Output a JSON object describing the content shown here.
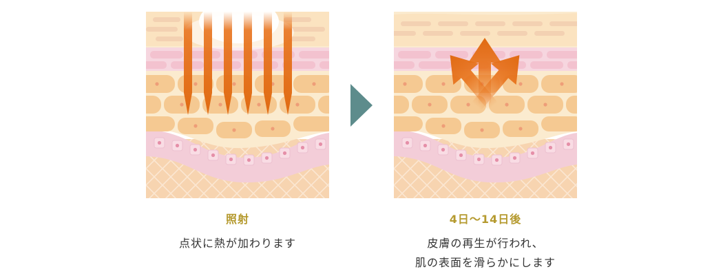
{
  "captions": {
    "left": {
      "title": "照射",
      "body_lines": [
        "点状に熱が加わります"
      ]
    },
    "right": {
      "title": "4日～14日後",
      "body_lines": [
        "皮膚の再生が行われ、",
        "肌の表面を滑らかにします"
      ]
    }
  },
  "colors": {
    "title": "#b59a2f",
    "skin_light": "#f9e3c3",
    "skin_cell": "#f5c992",
    "pink_layer": "#f3cdd8",
    "dermis": "#f7d6b3",
    "heat": "#e8731c",
    "arrow_next": "#5d8c8c"
  },
  "icons": {
    "next_step": "triangle-right-icon"
  }
}
